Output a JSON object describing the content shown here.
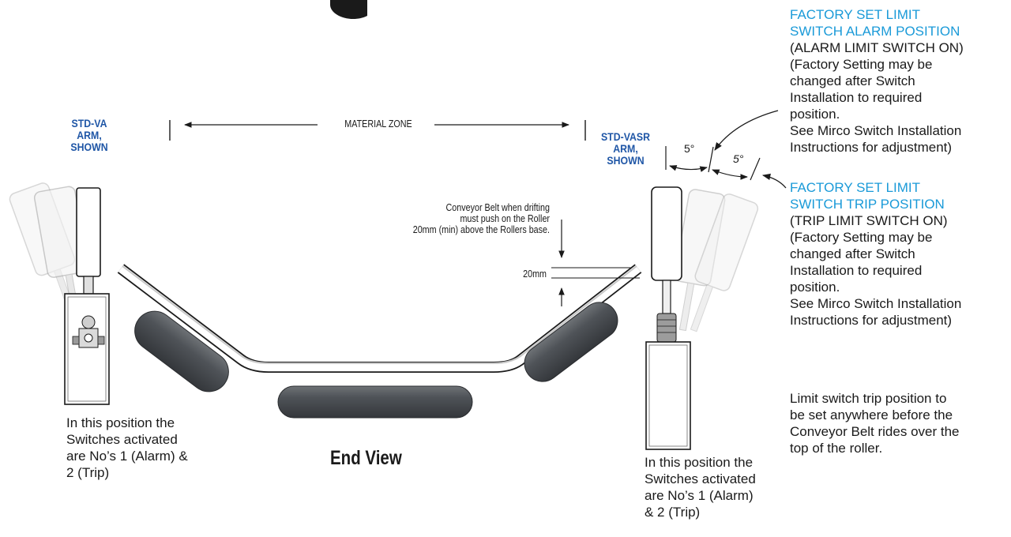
{
  "diagram": {
    "title": "End View",
    "left_arm_label": "STD-VA\nARM,\nSHOWN",
    "right_arm_label": "STD-VASR\nARM,\nSHOWN",
    "material_zone": "MATERIAL ZONE",
    "belt_note": "Conveyor Belt when drifting\nmust push on the Roller\n20mm (min) above the Rollers base.",
    "dimension": "20mm",
    "angle_1": "5°",
    "angle_2": "5°",
    "left_position_note": "In this position the\nSwitches activated\nare No’s 1 (Alarm) &\n2 (Trip)",
    "right_position_note": "In this position the\nSwitches activated\nare No’s 1 (Alarm)\n & 2 (Trip)"
  },
  "side_notes": {
    "alarm_heading": "FACTORY SET LIMIT\nSWITCH ALARM POSITION",
    "alarm_body": "(ALARM LIMIT SWITCH ON)\n(Factory Setting may be\nchanged after Switch\nInstallation to required\nposition.\nSee Mirco Switch Installation\nInstructions for adjustment)",
    "trip_heading": "FACTORY SET LIMIT\nSWITCH TRIP POSITION",
    "trip_body": "(TRIP LIMIT SWITCH ON)\n(Factory Setting may be\nchanged after Switch\nInstallation to required\nposition.\nSee Mirco Switch Installation\nInstructions for adjustment)",
    "trip_limit_note": "Limit switch trip position to\nbe set anywhere before the\nConveyor Belt rides over the\ntop of the roller."
  },
  "colors": {
    "heading_blue": "#1a9ad8",
    "arm_label_blue": "#1f56a6",
    "roller_dark": "#4a4d52"
  }
}
